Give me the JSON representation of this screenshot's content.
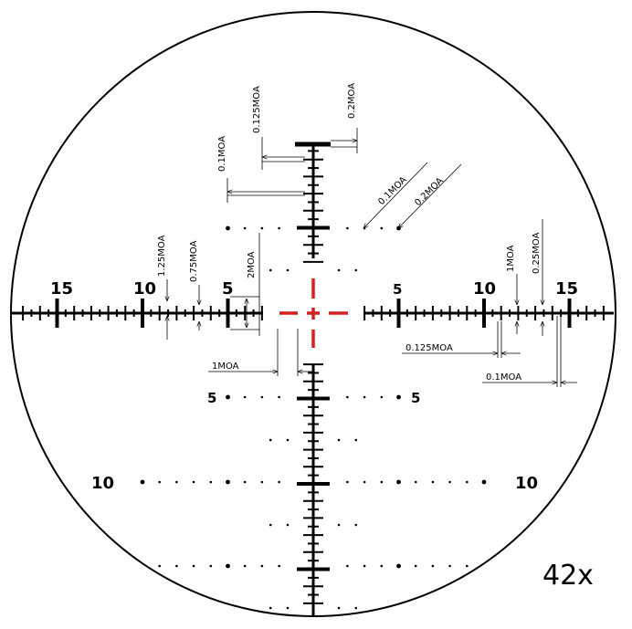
{
  "scale_labels": {
    "h_left": [
      "15",
      "10",
      "5"
    ],
    "h_right": [
      "5",
      "10",
      "15"
    ],
    "v_left": [
      "5",
      "10"
    ],
    "v_right": [
      "5",
      "10"
    ]
  },
  "annotations": {
    "moa_0_1_top": "0.1MOA",
    "moa_0_125_top": "0.125MOA",
    "moa_0_2_top": "0.2MOA",
    "moa_0_1_diag": "0.1MOA",
    "moa_0_2_diag": "0.2MOA",
    "moa_1_25": "1.25MOA",
    "moa_0_75": "0.75MOA",
    "moa_2": "2MOA",
    "moa_1_left": "1MOA",
    "moa_1_right": "1MOA",
    "moa_0_25": "0.25MOA",
    "moa_0_125_right": "0.125MOA",
    "moa_0_1_right": "0.1MOA"
  },
  "magnification": "42x",
  "colors": {
    "reticle": "#000000",
    "center_cross": "#d42020"
  }
}
